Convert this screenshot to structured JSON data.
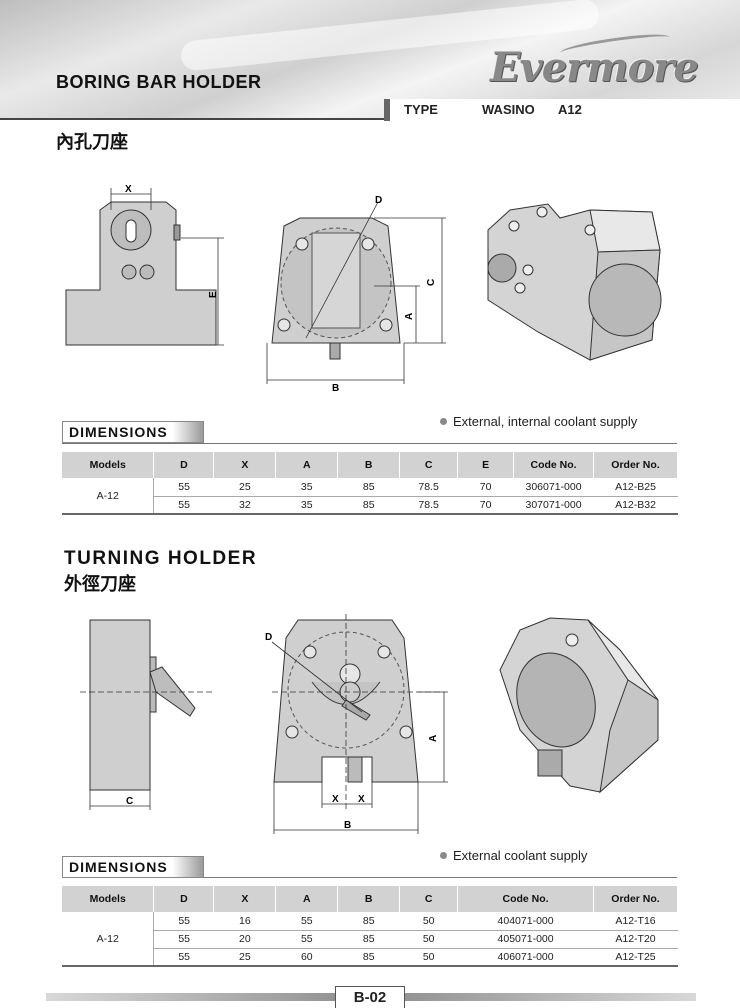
{
  "header": {
    "title": "BORING BAR HOLDER",
    "brand": "Evermore",
    "type_label": "TYPE",
    "type_brand": "WASINO",
    "type_model": "A12",
    "cjk_title": "內孔刀座"
  },
  "boring": {
    "dim_labels": {
      "x": "X",
      "e": "E",
      "d": "D",
      "c": "C",
      "a": "A",
      "b": "B"
    },
    "dimensions_tag": "DIMENSIONS",
    "note": "External, internal coolant supply",
    "columns": [
      "Models",
      "D",
      "X",
      "A",
      "B",
      "C",
      "E",
      "Code No.",
      "Order No."
    ],
    "model": "A-12",
    "rows": [
      [
        "55",
        "25",
        "35",
        "85",
        "78.5",
        "70",
        "306071-000",
        "A12-B25"
      ],
      [
        "55",
        "32",
        "35",
        "85",
        "78.5",
        "70",
        "307071-000",
        "A12-B32"
      ]
    ]
  },
  "turning": {
    "title": "TURNING HOLDER",
    "cjk_title": "外徑刀座",
    "dim_labels": {
      "c": "C",
      "d": "D",
      "a": "A",
      "x1": "X",
      "x2": "X",
      "b": "B"
    },
    "dimensions_tag": "DIMENSIONS",
    "note": "External coolant supply",
    "columns": [
      "Models",
      "D",
      "X",
      "A",
      "B",
      "C",
      "Code No.",
      "Order No."
    ],
    "model": "A-12",
    "rows": [
      [
        "55",
        "16",
        "55",
        "85",
        "50",
        "404071-000",
        "A12-T16"
      ],
      [
        "55",
        "20",
        "55",
        "85",
        "50",
        "405071-000",
        "A12-T20"
      ],
      [
        "55",
        "25",
        "60",
        "85",
        "50",
        "406071-000",
        "A12-T25"
      ]
    ]
  },
  "footer": {
    "page": "B-02"
  }
}
